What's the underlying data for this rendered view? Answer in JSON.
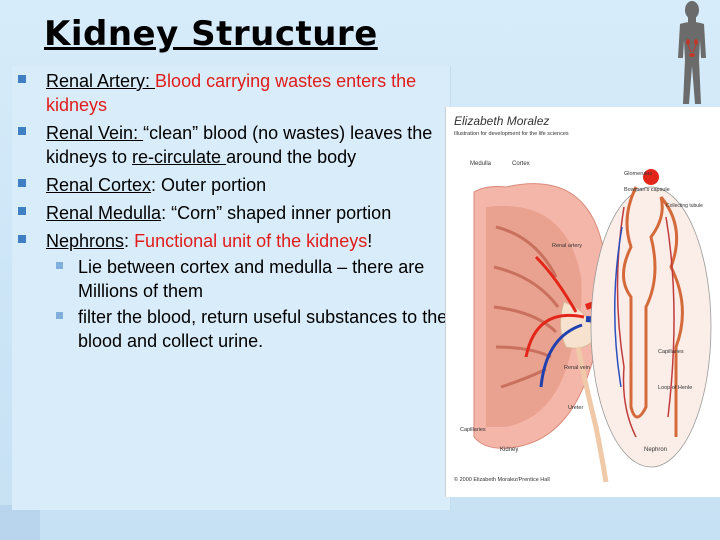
{
  "slide": {
    "title": "Kidney Structure",
    "bullets": [
      {
        "term": "Renal Artery: ",
        "desc": "Blood carrying wastes enters the kidneys"
      },
      {
        "term": "Renal Vein: ",
        "desc_pre": "“clean” blood (no wastes) leaves the kidneys to ",
        "desc_u": "re-circulate ",
        "desc_post": "around the body"
      },
      {
        "term": "Renal Cortex",
        "desc": ": Outer portion"
      },
      {
        "term": "Renal Medulla",
        "desc": ": “Corn” shaped inner portion"
      },
      {
        "term": "Nephrons",
        "colon": ": ",
        "desc": " Functional unit of the kidneys",
        "excl": "!"
      }
    ],
    "sub_bullets": [
      "Lie between cortex and medulla – there are Millions of them",
      "filter the blood, return useful substances to the blood and collect urine."
    ]
  },
  "illustration": {
    "author": "Elizabeth Moralez",
    "subtitle": "Illustration for development for the life sciences",
    "labels": {
      "medulla": "Medulla",
      "cortex": "Cortex",
      "glomerulus": "Glomerulus",
      "bowmans": "Bowman's capsule",
      "collecting": "Collecting tubule",
      "renal_artery": "Renal artery",
      "renal_vein": "Renal vein",
      "ureter": "Ureter",
      "capillaries_left": "Capillaries",
      "capillaries_right": "Capillaries",
      "loop": "Loop of Henle",
      "kidney": "Kidney",
      "nephron": "Nephron",
      "copyright": "© 2000 Elizabeth Moralez/Prentice Hall"
    }
  },
  "colors": {
    "accent": "#e21b1b",
    "bullet": "#3f7fc4",
    "background": "#cfe6f7"
  },
  "icons": {
    "human_figure": "human-body-icon"
  }
}
